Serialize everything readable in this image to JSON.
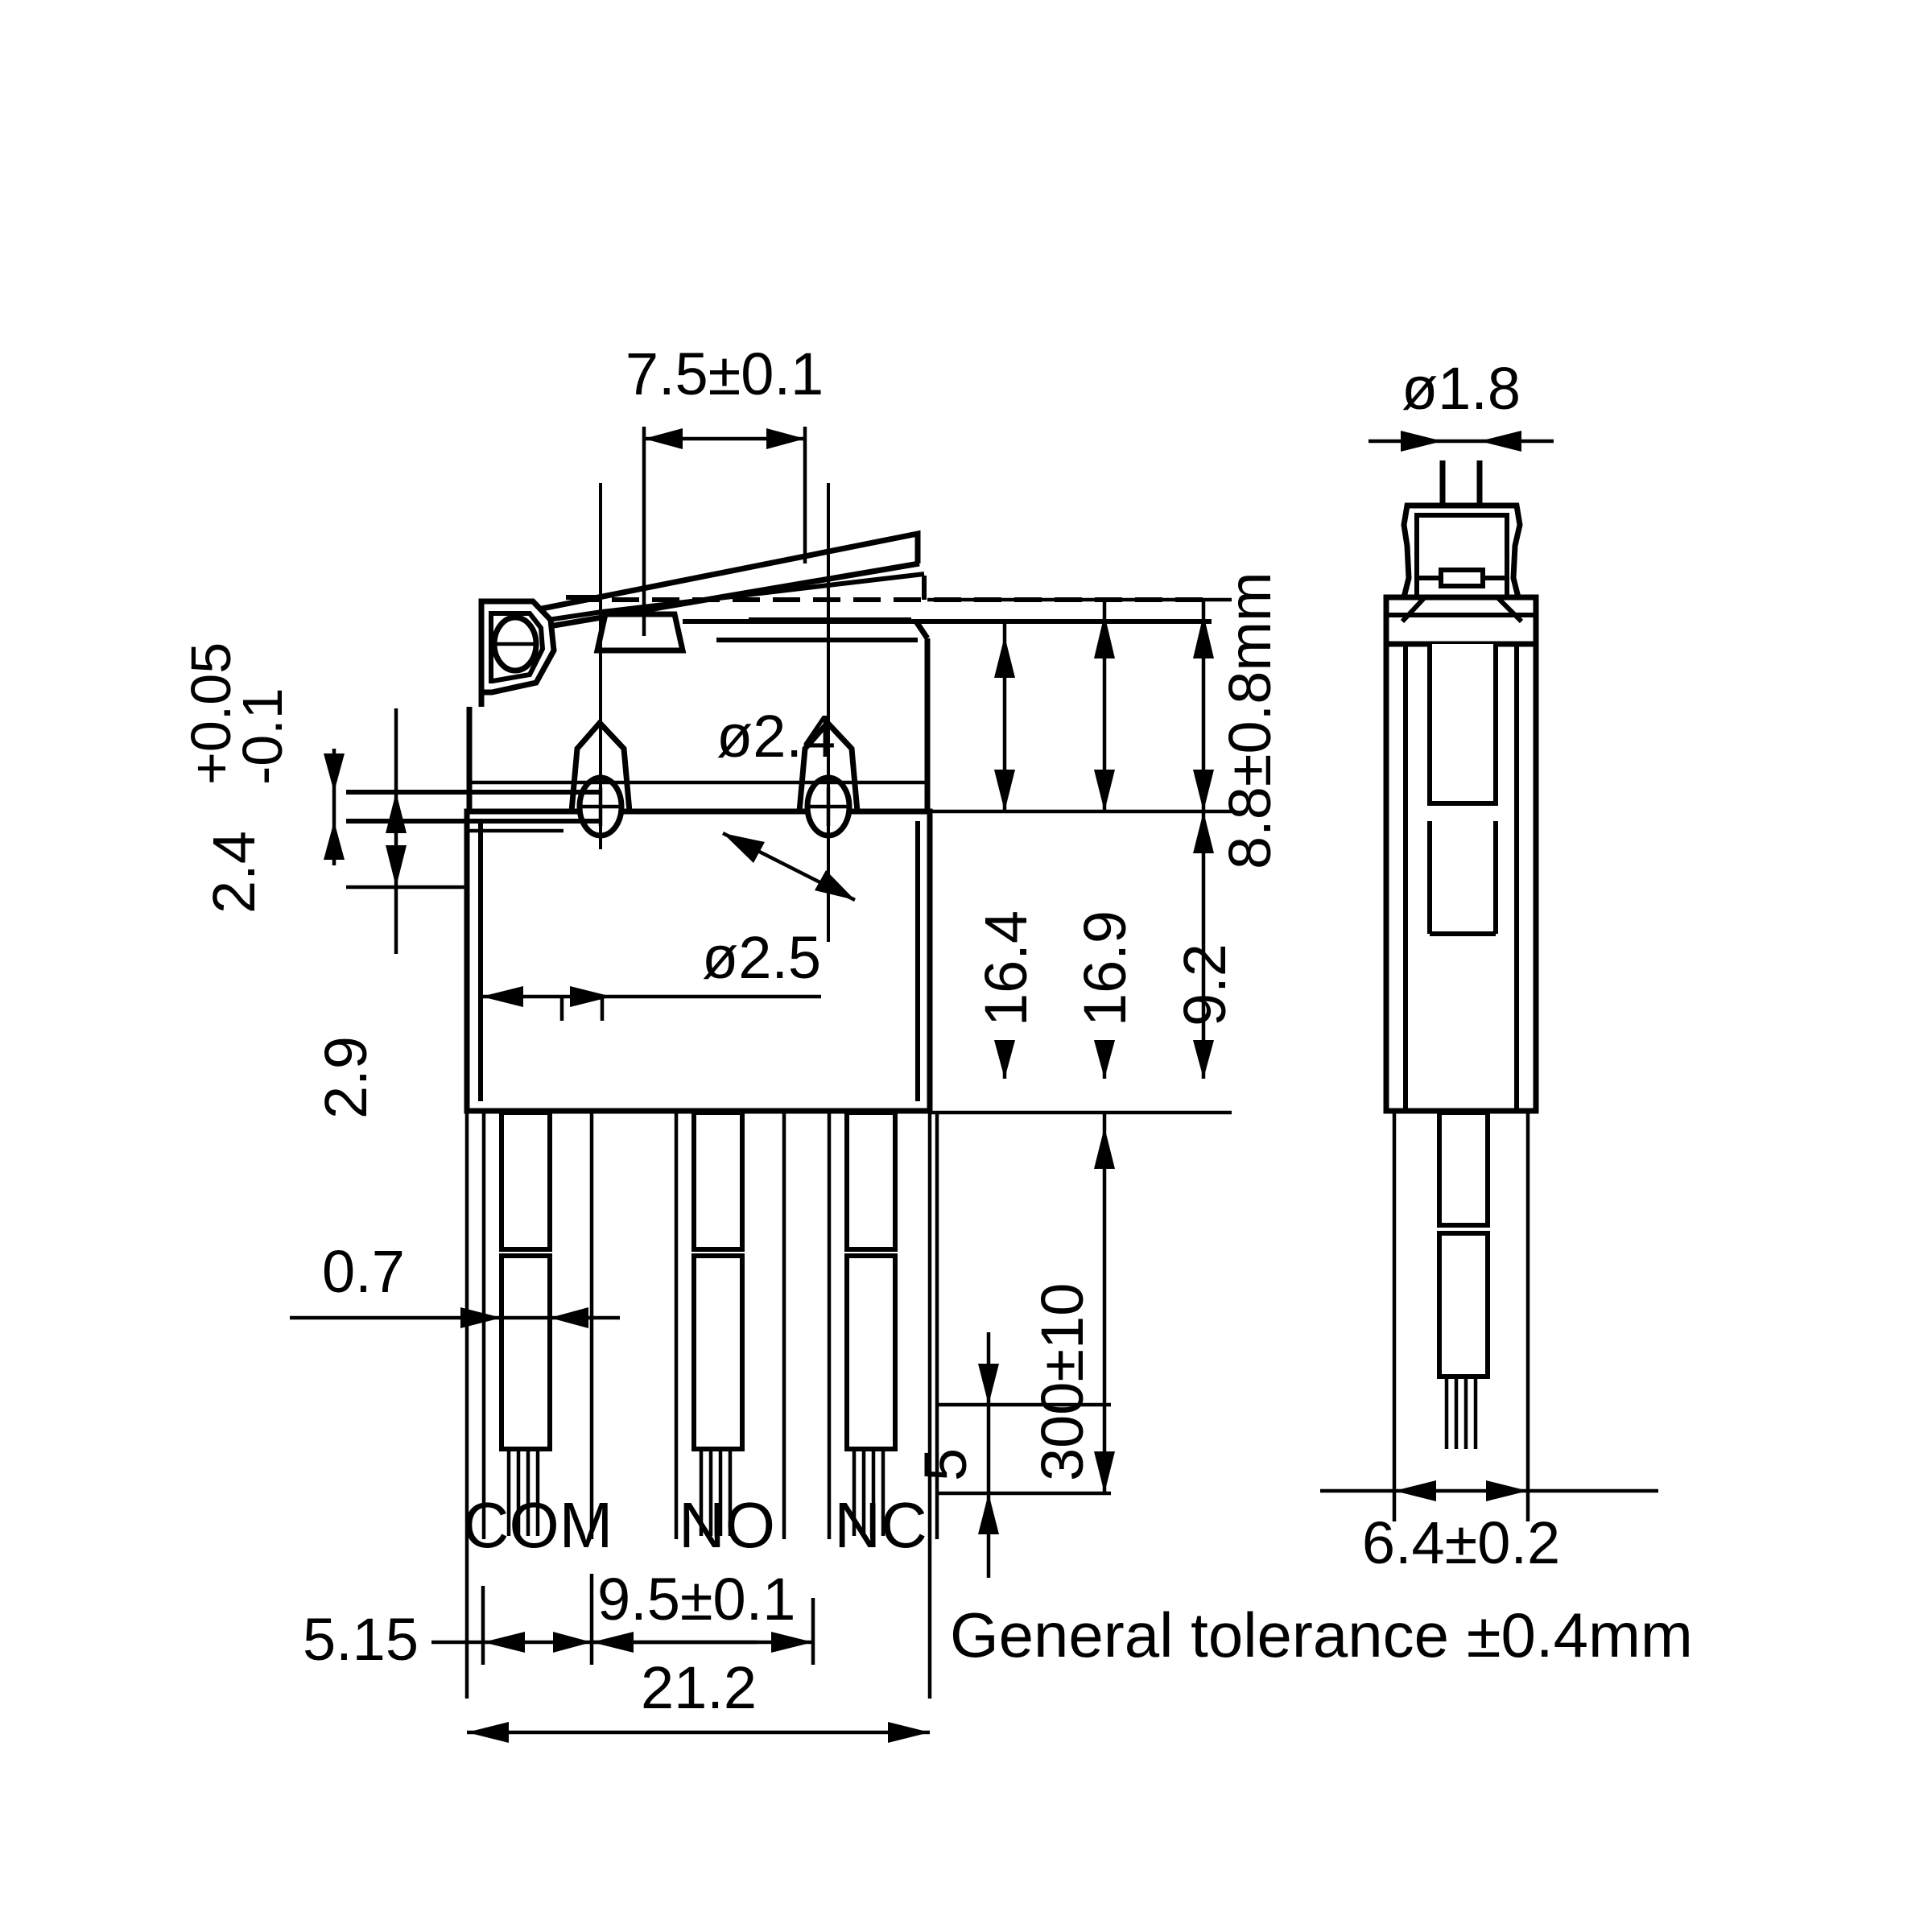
{
  "drawing": {
    "title": "Micro switch mechanical outline drawing",
    "units": "mm",
    "note": "General tolerance ±0.4mm",
    "line_color": "#000000",
    "background_color": "#ffffff"
  },
  "views": {
    "front": {
      "name": "front-view"
    },
    "side": {
      "name": "side-view"
    }
  },
  "terminals": [
    {
      "label": "COM"
    },
    {
      "label": "NO"
    },
    {
      "label": "NC"
    }
  ],
  "dimensions": {
    "top_lever_width": "7.5±0.1",
    "plunger_dia": "ø1.8",
    "hole_dia_small": "ø2.4",
    "hole_dia_large": "ø2.5",
    "left_slot_height": "2.4",
    "left_slot_tol_upper": "+0.05",
    "left_slot_tol_lower": "-0.1",
    "left_offset": "2.9",
    "terminal_width": "0.7",
    "height_16_4": "16.4",
    "height_16_9": "16.9",
    "height_9_2": "9.2",
    "operating_height": "8.8±0.8mm",
    "wire_length": "300±10",
    "strip_length": "5",
    "pitch": "9.5±0.1",
    "edge_offset": "5.15",
    "body_width": "21.2",
    "side_width": "6.4±0.2"
  }
}
